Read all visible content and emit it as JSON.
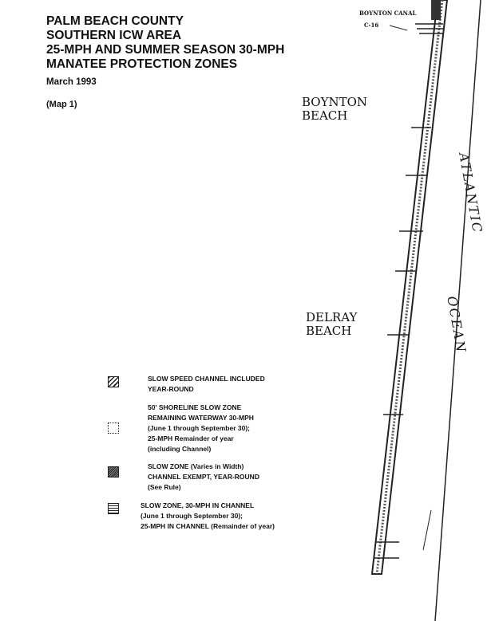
{
  "title_lines": [
    "PALM BEACH COUNTY",
    "SOUTHERN ICW AREA",
    "25-MPH AND SUMMER SEASON 30-MPH",
    "MANATEE PROTECTION ZONES"
  ],
  "date": "March 1993",
  "map_number": "(Map 1)",
  "places": {
    "boynton_1": "BOYNTON",
    "boynton_2": "BEACH",
    "delray_1": "DELRAY",
    "delray_2": "BEACH",
    "atlantic": "ATLANTIC",
    "ocean": "OCEAN",
    "canal": "BOYNTON CANAL",
    "canal_code": "C-16"
  },
  "legend": [
    {
      "lines": [
        "SLOW SPEED CHANNEL INCLUDED",
        "YEAR-ROUND"
      ]
    },
    {
      "lines": [
        "50' SHORELINE SLOW ZONE",
        "REMAINING WATERWAY 30-MPH",
        "(June 1 through September 30);",
        "25-MPH Remainder of year",
        "(including Channel)"
      ]
    },
    {
      "lines": [
        "SLOW ZONE (Varies in Width)",
        "CHANNEL EXEMPT, YEAR-ROUND",
        "(See Rule)"
      ]
    },
    {
      "lines": [
        "SLOW ZONE, 30-MPH IN CHANNEL",
        "(June 1 through September 30);",
        "25-MPH IN CHANNEL (Remainder of year)"
      ]
    }
  ]
}
